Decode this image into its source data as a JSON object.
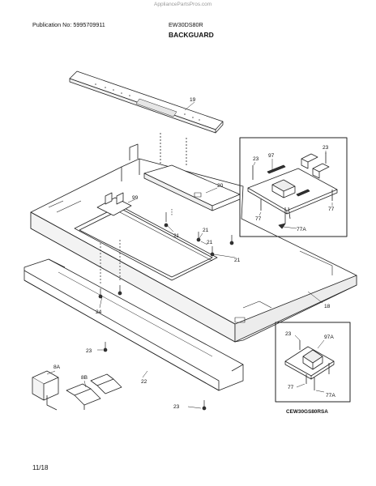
{
  "watermark": "AppliancePartsPros.com",
  "header": {
    "publication": "Publication No: 5995709911",
    "model": "EW30DS80R",
    "title": "BACKGUARD"
  },
  "callouts": {
    "c19": "19",
    "c20": "20",
    "c99": "99",
    "c21a": "21",
    "c21b": "21",
    "c21c": "21",
    "c21d": "21",
    "c18": "18",
    "c24": "24",
    "c23a": "23",
    "c22": "22",
    "c8a": "8A",
    "c8b": "8B",
    "c23b": "23",
    "i1_23a": "23",
    "i1_97": "97",
    "i1_23b": "23",
    "i1_77a": "77",
    "i1_77A": "77A",
    "i1_77b": "77",
    "i2_23": "23",
    "i2_97A": "97A",
    "i2_77": "77",
    "i2_77A": "77A"
  },
  "inset_code": "CEW30GS80RSA",
  "footer": {
    "page": "11/18"
  }
}
